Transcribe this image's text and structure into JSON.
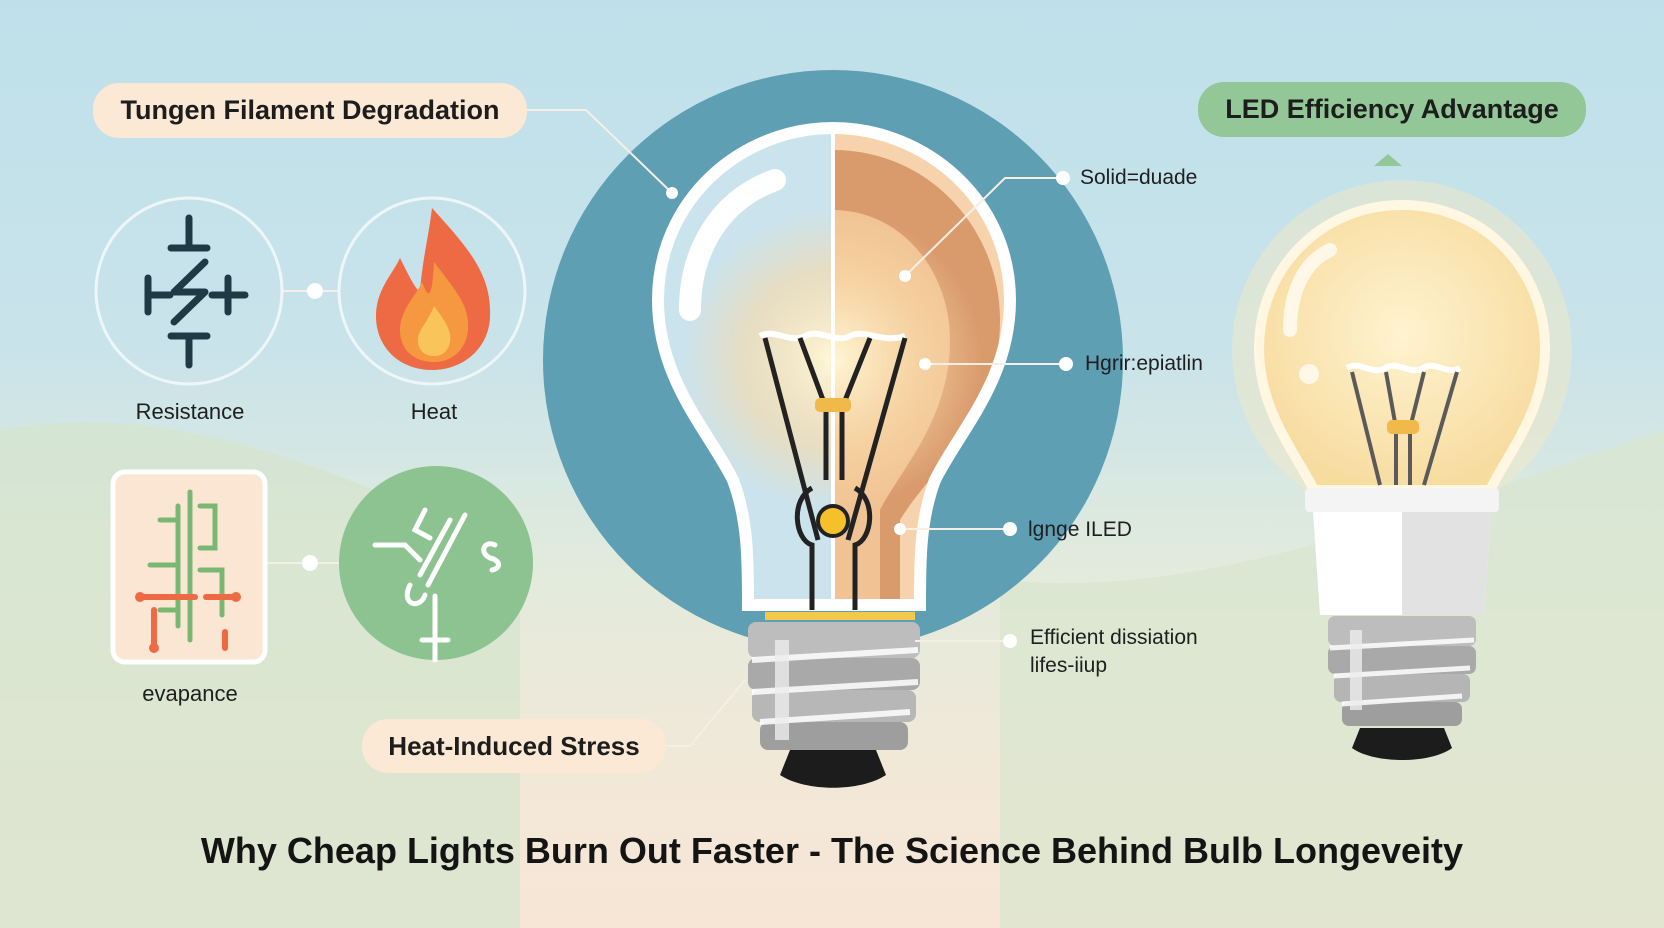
{
  "callouts": {
    "tungsten": "Tungen Filament Degradation",
    "led": "LED Efficiency Advantage",
    "heat_stress": "Heat-Induced Stress"
  },
  "icons": {
    "resistance": {
      "label": "Resistance",
      "icon": "resistor-icon"
    },
    "heat": {
      "label": "Heat",
      "icon": "flame-icon"
    },
    "evaporation": {
      "label": "evapance",
      "icon": "circuit-icon"
    },
    "breaking": {
      "icon": "broken-filament-icon"
    }
  },
  "bulb_labels": {
    "solid": "Solid=duade",
    "higher": "Hgrir:epiatlin",
    "longer": "lgnge ILED",
    "efficient_line1": "Efficient dissiation",
    "efficient_line2": "lifes-iiup"
  },
  "title": "Why Cheap Lights Burn Out Faster - The Science Behind Bulb Longeveity",
  "colors": {
    "teal_circle": "#5e9fb3",
    "flame_outer": "#ee6a45",
    "flame_inner": "#f9c55a",
    "green_circle": "#8cc391",
    "led_pill": "#93c797",
    "peach": "#fbe8d5",
    "copper": "#d99a6c"
  }
}
